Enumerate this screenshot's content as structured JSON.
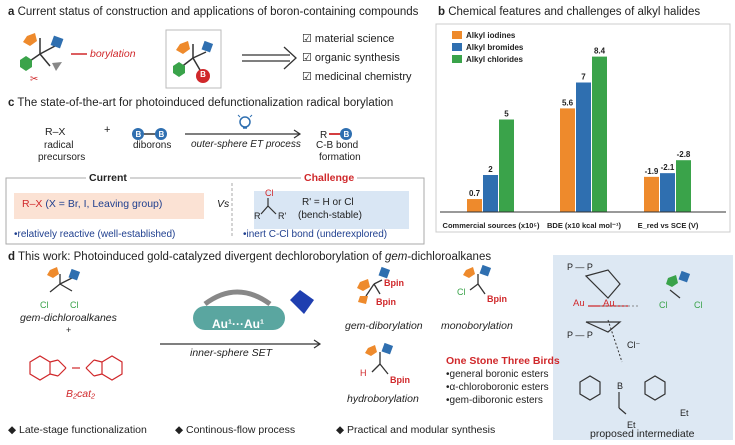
{
  "panel_a": {
    "label": "a",
    "title": "Current status of construction and applications of boron-containing compounds",
    "borylation": "borylation",
    "apps": [
      "material science",
      "organic synthesis",
      "medicinal chemistry"
    ],
    "boron_symbol": "B"
  },
  "panel_b": {
    "label": "b",
    "title": "Chemical features and challenges of alkyl halides"
  },
  "chart_data": {
    "type": "bar",
    "categories": [
      "Commercial sources (x10⁵)",
      "BDE (x10 kcal mol⁻¹)",
      "E_red vs SCE (V)"
    ],
    "series": [
      {
        "name": "Alkyl iodines",
        "values": [
          0.7,
          5.6,
          -1.9
        ],
        "color": "#ee8a2c"
      },
      {
        "name": "Alkyl bromides",
        "values": [
          2,
          7,
          -2.1
        ],
        "color": "#2f6fb0"
      },
      {
        "name": "Alkyl chlorides",
        "values": [
          5,
          8.4,
          -2.8
        ],
        "color": "#3aa34a"
      }
    ],
    "data_labels": [
      [
        "0.7",
        "2",
        "5"
      ],
      [
        "5.6",
        "7",
        "8.4"
      ],
      [
        "-1.9",
        "-2.1",
        "-2.8"
      ]
    ],
    "legend": "top-left"
  },
  "panel_c": {
    "label": "c",
    "title": "The state-of-the-art for photoinduced defunctionalization radical borylation",
    "rx": "R–X",
    "plus": "+",
    "precursors": [
      "radical",
      "precursors"
    ],
    "diborons": "diborons",
    "process": "outer-sphere ET process",
    "product": [
      "C-B bond",
      "formation"
    ],
    "current_title": "Current",
    "challenge_title": "Challenge",
    "current_rx": "R–X",
    "current_x": "(X = Br, I, Leaving group)",
    "vs": "Vs",
    "challenge_sub": "R' = H or Cl",
    "challenge_note": "(bench-stable)",
    "current_bullet": "•relatively reactive (well-established)",
    "challenge_bullet": "•inert C-Cl bond (underexplored)"
  },
  "panel_d": {
    "label": "d",
    "title_prefix": "This work:  Photoinduced gold-catalyzed  divergent dechloroborylation of ",
    "title_italic": "gem",
    "title_suffix": "-dichloroalkanes",
    "gem_dichloro": "gem-dichloroalkanes",
    "plus": "+",
    "b2cat2": "B₂cat₂",
    "catalyst_label": "Au¹···Au¹",
    "inner_sphere": "inner-sphere SET",
    "gem_diboryl": "gem-diborylation",
    "monoboryl": "monoborylation",
    "hydroboryl": "hydroborylation",
    "bpin": "Bpin",
    "one_stone": "One Stone Three Birds",
    "birds": [
      "•general boronic esters",
      "•α-chloroboronic esters",
      "•gem-diboronic esters"
    ],
    "intermediate": "proposed intermediate",
    "bottom": [
      "◆  Late-stage functionalization",
      "◆  Continous-flow process",
      "◆  Practical and modular synthesis"
    ]
  }
}
